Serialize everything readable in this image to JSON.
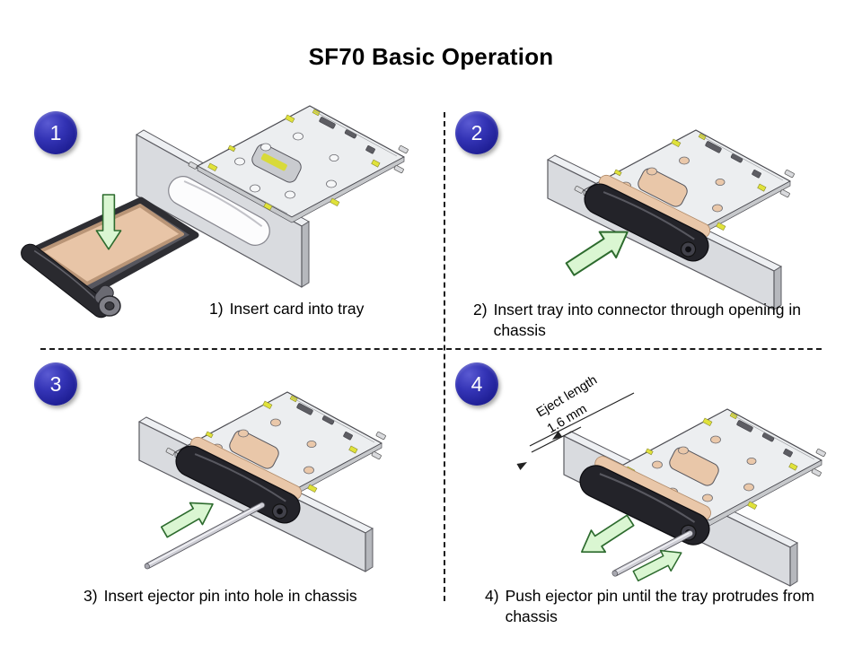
{
  "title": "SF70 Basic Operation",
  "steps": [
    {
      "badge": "1",
      "label": "1)",
      "caption": "Insert card into tray"
    },
    {
      "badge": "2",
      "label": "2)",
      "caption": "Insert tray into connector through opening in chassis"
    },
    {
      "badge": "3",
      "label": "3)",
      "caption": "Insert ejector pin into hole in chassis"
    },
    {
      "badge": "4",
      "label": "4)",
      "caption": "Push ejector pin until the tray protrudes from chassis"
    }
  ],
  "dimension_annotation": {
    "label": "Eject length",
    "value": "1.6 mm"
  },
  "colors": {
    "badge_blue": "#23239b",
    "arrow_green_fill": "#daf6d2",
    "arrow_green_stroke": "#2d6b2e",
    "card_peach": "#e8c5a7",
    "chassis_gray": "#d6d8dd",
    "connector_gray": "#eceef0",
    "contact_yellow": "#e0e23a",
    "tray_black": "#232329"
  }
}
